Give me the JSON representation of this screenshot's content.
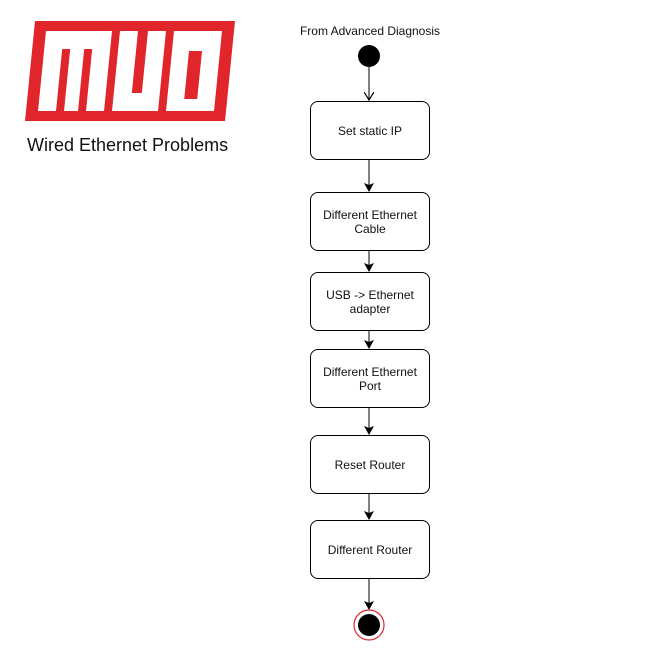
{
  "logo": {
    "text": "MUO",
    "color": "#e0262a"
  },
  "subtitle": "Wired Ethernet Problems",
  "diagram": {
    "start_label": "From Advanced Diagnosis",
    "steps": [
      {
        "label": "Set static IP"
      },
      {
        "label": "Different Ethernet Cable"
      },
      {
        "label": "USB -> Ethernet adapter"
      },
      {
        "label": "Different Ethernet Port"
      },
      {
        "label": "Reset Router"
      },
      {
        "label": "Different Router"
      }
    ]
  }
}
